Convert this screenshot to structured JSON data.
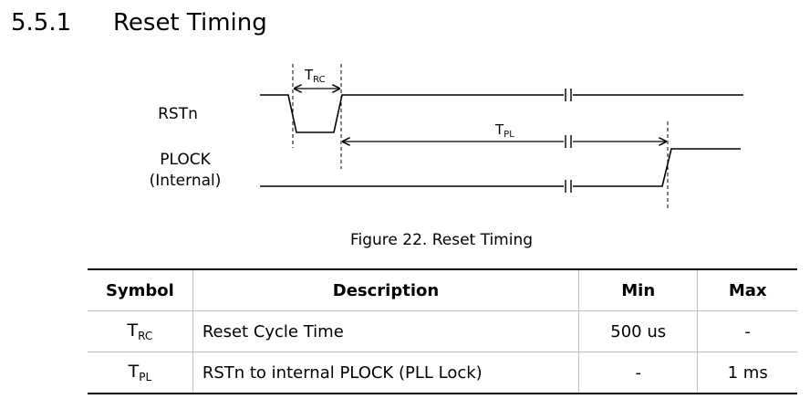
{
  "heading": {
    "number": "5.5.1",
    "title": "Reset Timing"
  },
  "diagram": {
    "signals": [
      {
        "id": "rstn",
        "label": "RSTn"
      },
      {
        "id": "plock",
        "label_line1": "PLOCK",
        "label_line2": "(Internal)"
      }
    ],
    "annotations": {
      "trc": {
        "main": "T",
        "sub": "RC"
      },
      "tpl": {
        "main": "T",
        "sub": "PL"
      }
    }
  },
  "caption": "Figure 22. Reset Timing",
  "table": {
    "headers": {
      "symbol": "Symbol",
      "description": "Description",
      "min": "Min",
      "max": "Max"
    },
    "rows": [
      {
        "symbol_main": "T",
        "symbol_sub": "RC",
        "description": "Reset Cycle Time",
        "min": "500 us",
        "max": "-"
      },
      {
        "symbol_main": "T",
        "symbol_sub": "PL",
        "description": "RSTn to internal PLOCK (PLL Lock)",
        "min": "-",
        "max": "1 ms"
      }
    ]
  }
}
